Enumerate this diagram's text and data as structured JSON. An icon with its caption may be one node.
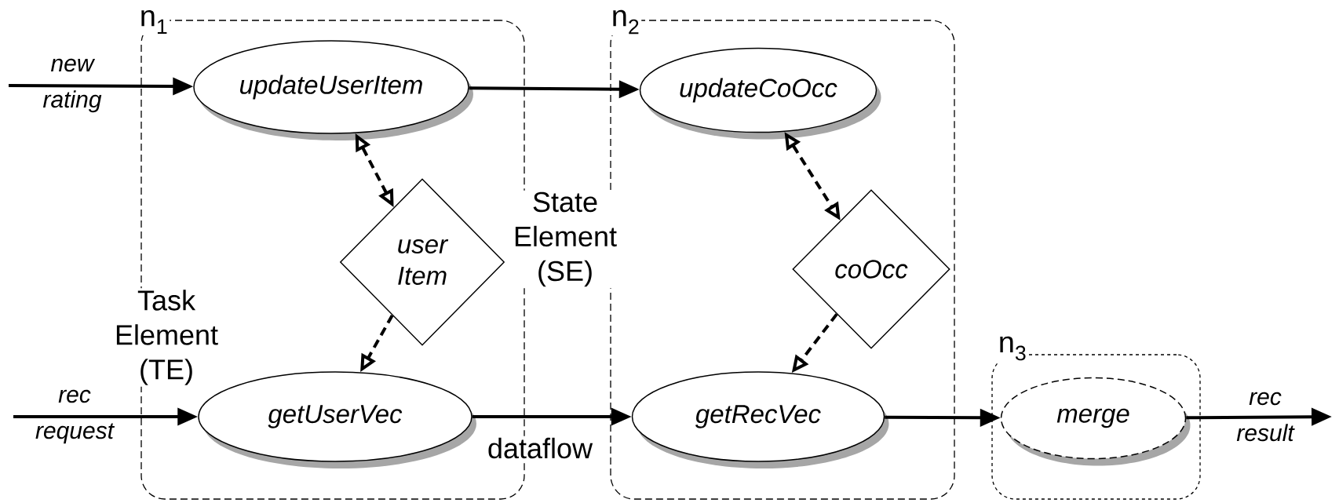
{
  "diagram": {
    "nodes": [
      {
        "text": [
          "n$_{1}$"
        ]
      },
      {
        "text": [
          "n$_{2}$"
        ]
      },
      {
        "text": [
          "n$_{3}$"
        ]
      },
      {
        "text": [
          "updateUserItem"
        ],
        "in": 0
      },
      {
        "text": [
          "user Item"
        ],
        "in": 0
      },
      {
        "text": [
          "getUserVec"
        ],
        "in": 0
      },
      {
        "text": [
          "updateCoOcc"
        ],
        "in": 1
      },
      {
        "text": [
          "coOcc"
        ],
        "in": 1
      },
      {
        "text": [
          "getRecVec"
        ],
        "in": 1
      },
      {
        "text": [
          "merge"
        ],
        "in": 2
      }
    ],
    "edges": [
      {
        "from": null,
        "to": 3,
        "arrow": "to",
        "label": "new rating"
      },
      {
        "from": 3,
        "to": 6,
        "arrow": "to"
      },
      {
        "from": 3,
        "to": 4,
        "arrow": "both",
        "style": "dashed"
      },
      {
        "from": 4,
        "to": 5,
        "arrow": "to",
        "style": "dashed"
      },
      {
        "from": 6,
        "to": 7,
        "arrow": "both",
        "style": "dashed"
      },
      {
        "from": 7,
        "to": 8,
        "arrow": "to",
        "style": "dashed"
      },
      {
        "from": null,
        "to": 5,
        "arrow": "to",
        "label": "rec request"
      },
      {
        "from": 5,
        "to": 8,
        "arrow": "to"
      },
      {
        "from": 8,
        "to": 9,
        "arrow": "to"
      },
      {
        "from": 9,
        "to": null,
        "arrow": "to",
        "label": "rec result"
      }
    ],
    "labels": [
      "Task Element (TE)",
      "State Element (SE)",
      "dataflow"
    ]
  }
}
